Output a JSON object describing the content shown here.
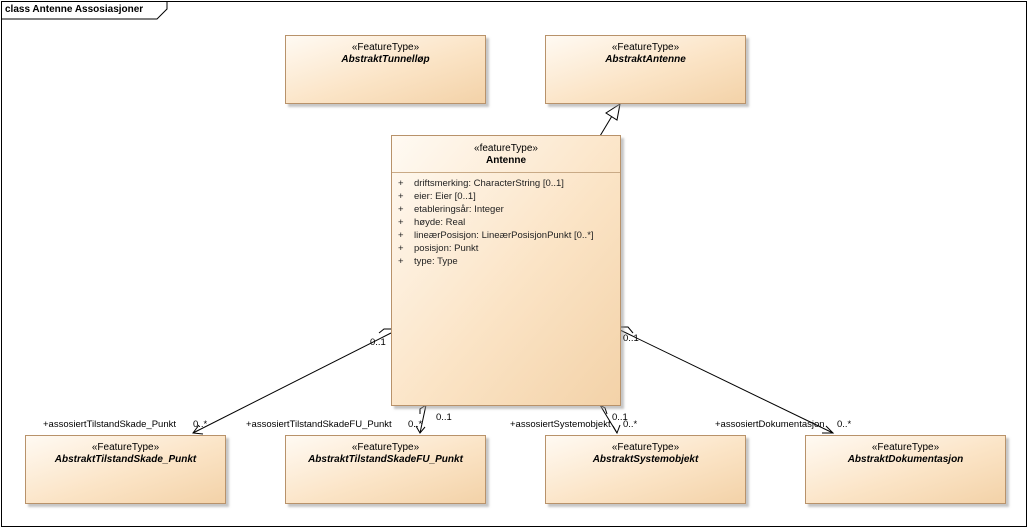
{
  "diagram": {
    "title": "class Antenne Assosiasjoner"
  },
  "classes": {
    "abstrakt_tunnellop": {
      "stereotype": "«FeatureType»",
      "name": "AbstraktTunnelløp"
    },
    "abstrakt_antenne": {
      "stereotype": "«FeatureType»",
      "name": "AbstraktAntenne"
    },
    "antenne": {
      "stereotype": "«featureType»",
      "name": "Antenne",
      "attributes": [
        {
          "vis": "+",
          "text": "driftsmerking: CharacterString [0..1]"
        },
        {
          "vis": "+",
          "text": "eier: Eier [0..1]"
        },
        {
          "vis": "+",
          "text": "etableringsår: Integer"
        },
        {
          "vis": "+",
          "text": "høyde: Real"
        },
        {
          "vis": "+",
          "text": "lineærPosisjon: LineærPosisjonPunkt [0..*]"
        },
        {
          "vis": "+",
          "text": "posisjon: Punkt"
        },
        {
          "vis": "+",
          "text": "type: Type"
        }
      ]
    },
    "abstrakt_tilstandskade_punkt": {
      "stereotype": "«FeatureType»",
      "name": "AbstraktTilstandSkade_Punkt"
    },
    "abstrakt_tilstandskadefu_punkt": {
      "stereotype": "«FeatureType»",
      "name": "AbstraktTilstandSkadeFU_Punkt"
    },
    "abstrakt_systemobjekt": {
      "stereotype": "«FeatureType»",
      "name": "AbstraktSystemobjekt"
    },
    "abstrakt_dokumentasjon": {
      "stereotype": "«FeatureType»",
      "name": "AbstraktDokumentasjon"
    }
  },
  "associations": {
    "tilstandskade": {
      "role": "+assosiertTilstandSkade_Punkt",
      "target_mult": "0..*",
      "source_mult": "0..1"
    },
    "tilstandskadefu": {
      "role": "+assosiertTilstandSkadeFU_Punkt",
      "target_mult": "0..*",
      "source_mult": "0..1"
    },
    "systemobjekt": {
      "role": "+assosiertSystemobjekt",
      "target_mult": "0..*",
      "source_mult": "0..1"
    },
    "dokumentasjon": {
      "role": "+assosiertDokumentasjon",
      "target_mult": "0..*",
      "source_mult": "0..1"
    }
  },
  "colors": {
    "class_fill_light": "#fffaf3",
    "class_fill_dark": "#f3d2a8",
    "class_border": "#b8926a",
    "line": "#000000"
  }
}
